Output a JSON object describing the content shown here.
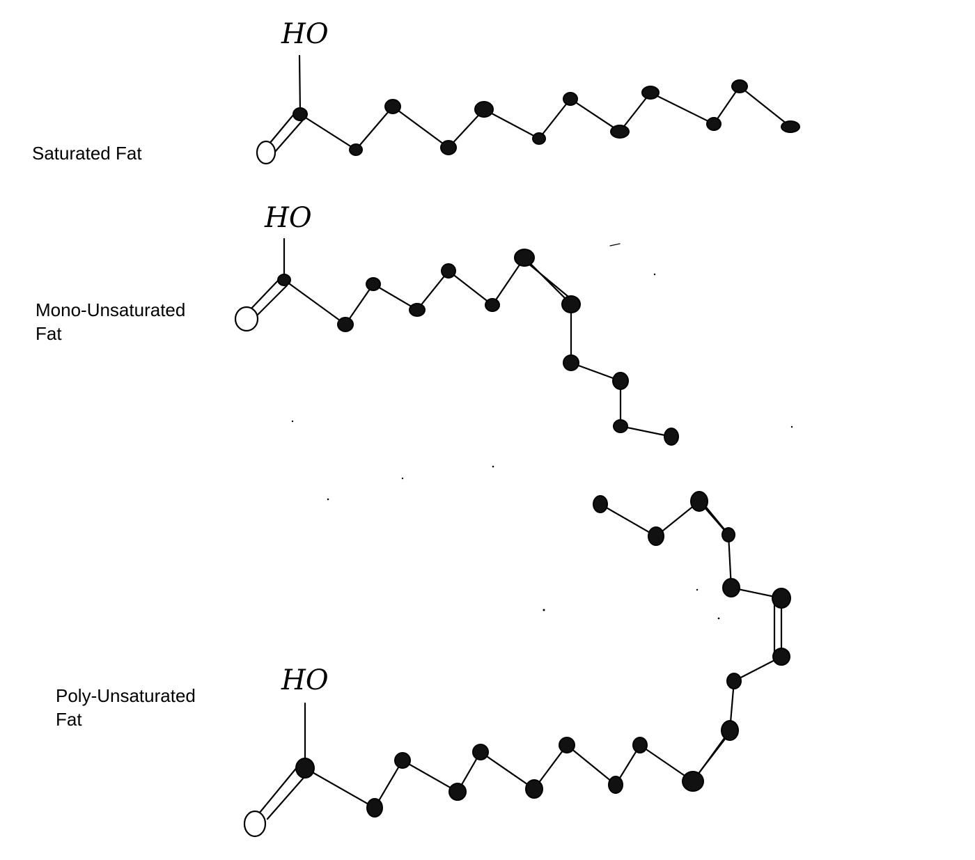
{
  "labels": {
    "saturated": "Saturated Fat",
    "mono": "Mono-Unsaturated\nFat",
    "poly": "Poly-Unsaturated\nFat"
  },
  "hydroxyl_label": "HO",
  "colors": {
    "ink": "#000000",
    "background": "#ffffff"
  }
}
